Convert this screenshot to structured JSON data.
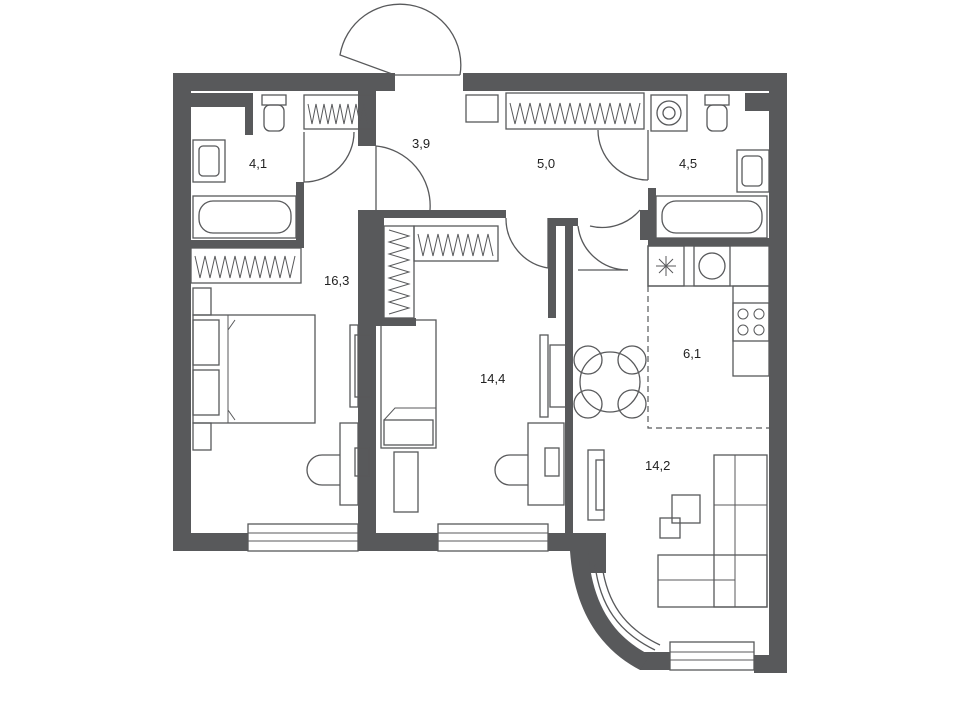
{
  "rooms": [
    {
      "id": "bathroom-1",
      "area": "4,1"
    },
    {
      "id": "hall",
      "area": "3,9"
    },
    {
      "id": "corridor",
      "area": "5,0"
    },
    {
      "id": "bathroom-2",
      "area": "4,5"
    },
    {
      "id": "bedroom-1",
      "area": "16,3"
    },
    {
      "id": "bedroom-2",
      "area": "14,4"
    },
    {
      "id": "kitchen",
      "area": "6,1"
    },
    {
      "id": "living-room",
      "area": "14,2"
    }
  ],
  "colors": {
    "wall": "#58595b",
    "background": "#ffffff",
    "text": "#222222"
  }
}
